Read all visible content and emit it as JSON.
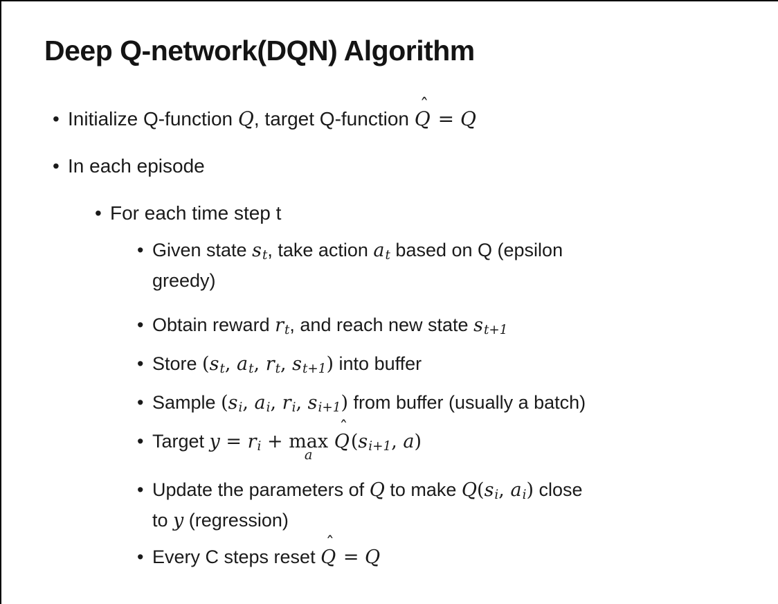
{
  "title": "Deep Q-network(DQN) Algorithm",
  "colors": {
    "background": "#ffffff",
    "text": "#1a1a1a",
    "border": "#000000"
  },
  "bullets": [
    {
      "level": 1,
      "runs": [
        {
          "t": "Initialize Q-function "
        },
        {
          "m": "Q"
        },
        {
          "t": ", target Q-function "
        },
        {
          "hat": "Q"
        },
        {
          "u": " = "
        },
        {
          "m": "Q"
        }
      ]
    },
    {
      "level": 1,
      "runs": [
        {
          "t": "In each episode"
        }
      ]
    },
    {
      "level": 2,
      "runs": [
        {
          "t": "For each time step t"
        }
      ]
    },
    {
      "level": 3,
      "wrap": true,
      "runs": [
        {
          "t": "Given state "
        },
        {
          "sub": {
            "b": "s",
            "s": "t"
          }
        },
        {
          "t": ", take action "
        },
        {
          "sub": {
            "b": "a",
            "s": "t"
          }
        },
        {
          "t": " based on Q (epsilon"
        },
        {
          "br": true
        },
        {
          "t": "greedy)"
        }
      ]
    },
    {
      "level": 3,
      "runs": [
        {
          "t": "Obtain reward "
        },
        {
          "sub": {
            "b": "r",
            "s": "t"
          }
        },
        {
          "t": ", and reach new state "
        },
        {
          "sub": {
            "b": "s",
            "s": "t+1"
          }
        }
      ]
    },
    {
      "level": 3,
      "runs": [
        {
          "t": "Store "
        },
        {
          "u": "("
        },
        {
          "sub": {
            "b": "s",
            "s": "t"
          }
        },
        {
          "u": ", "
        },
        {
          "sub": {
            "b": "a",
            "s": "t"
          }
        },
        {
          "u": ", "
        },
        {
          "sub": {
            "b": "r",
            "s": "t"
          }
        },
        {
          "u": ", "
        },
        {
          "sub": {
            "b": "s",
            "s": "t+1"
          }
        },
        {
          "u": ")"
        },
        {
          "t": " into buffer"
        }
      ]
    },
    {
      "level": 3,
      "runs": [
        {
          "t": "Sample "
        },
        {
          "u": "("
        },
        {
          "sub": {
            "b": "s",
            "s": "i"
          }
        },
        {
          "u": ", "
        },
        {
          "sub": {
            "b": "a",
            "s": "i"
          }
        },
        {
          "u": ", "
        },
        {
          "sub": {
            "b": "r",
            "s": "i"
          }
        },
        {
          "u": ", "
        },
        {
          "sub": {
            "b": "s",
            "s": "i+1"
          }
        },
        {
          "u": ")"
        },
        {
          "t": " from buffer (usually a batch)"
        }
      ]
    },
    {
      "level": 3,
      "underhang": true,
      "runs": [
        {
          "t": "Target "
        },
        {
          "m": "y"
        },
        {
          "u": " = "
        },
        {
          "sub": {
            "b": "r",
            "s": "i"
          }
        },
        {
          "u": " + "
        },
        {
          "max": {
            "b": "max",
            "u": "a"
          }
        },
        {
          "u": " "
        },
        {
          "hat": "Q"
        },
        {
          "u": "("
        },
        {
          "sub": {
            "b": "s",
            "s": "i+1"
          }
        },
        {
          "u": ", "
        },
        {
          "m": "a"
        },
        {
          "u": ")"
        }
      ]
    },
    {
      "level": 3,
      "runs": [
        {
          "t": "Update the parameters of "
        },
        {
          "m": "Q"
        },
        {
          "t": " to make "
        },
        {
          "m": "Q"
        },
        {
          "u": "("
        },
        {
          "sub": {
            "b": "s",
            "s": "i"
          }
        },
        {
          "u": ", "
        },
        {
          "sub": {
            "b": "a",
            "s": "i"
          }
        },
        {
          "u": ")"
        },
        {
          "t": " close"
        },
        {
          "br": true
        },
        {
          "t": "to "
        },
        {
          "m": "y"
        },
        {
          "t": " (regression)"
        }
      ]
    },
    {
      "level": 3,
      "runs": [
        {
          "t": "Every C steps reset "
        },
        {
          "hat": "Q"
        },
        {
          "u": " = "
        },
        {
          "m": "Q"
        }
      ]
    }
  ]
}
